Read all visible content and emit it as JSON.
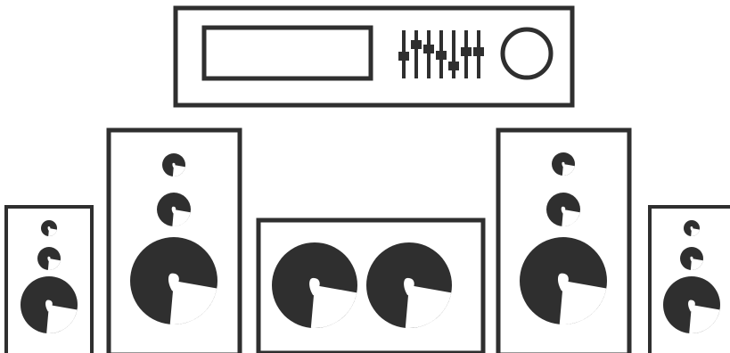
{
  "colors": {
    "ink": "#2f2f2f",
    "background": "#ffffff"
  },
  "icons": [
    "receiver-icon",
    "display-panel-icon",
    "equalizer-sliders-icon",
    "volume-knob-icon",
    "speaker-icon",
    "subwoofer-icon"
  ],
  "illustration": {
    "receiver": {
      "slider_count": 7
    },
    "speakers": [
      {
        "id": "rear-left",
        "drivers": 3
      },
      {
        "id": "front-left",
        "drivers": 3
      },
      {
        "id": "center",
        "drivers": 2
      },
      {
        "id": "front-right",
        "drivers": 3
      },
      {
        "id": "rear-right",
        "drivers": 3
      }
    ]
  }
}
